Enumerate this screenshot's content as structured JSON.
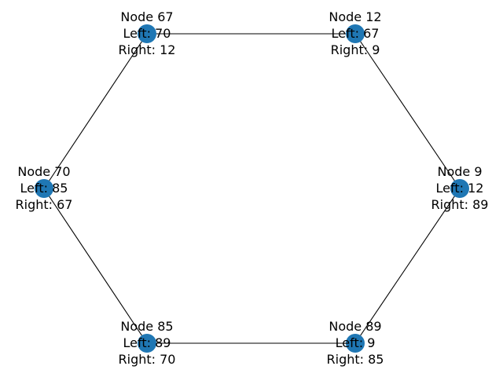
{
  "colors": {
    "node_fill": "#1f77b4",
    "edge": "#000000",
    "label": "#000000"
  },
  "nodes": [
    {
      "id": "67",
      "lines": [
        "Node 67",
        "Left: 70",
        "Right: 12"
      ]
    },
    {
      "id": "12",
      "lines": [
        "Node 12",
        "Left: 67",
        "Right: 9"
      ]
    },
    {
      "id": "9",
      "lines": [
        "Node 9",
        "Left: 12",
        "Right: 89"
      ]
    },
    {
      "id": "89",
      "lines": [
        "Node 89",
        "Left: 9",
        "Right: 85"
      ]
    },
    {
      "id": "85",
      "lines": [
        "Node 85",
        "Left: 89",
        "Right: 70"
      ]
    },
    {
      "id": "70",
      "lines": [
        "Node 70",
        "Left: 85",
        "Right: 67"
      ]
    }
  ],
  "edges": [
    [
      "67",
      "12"
    ],
    [
      "12",
      "9"
    ],
    [
      "9",
      "89"
    ],
    [
      "89",
      "85"
    ],
    [
      "85",
      "70"
    ],
    [
      "70",
      "67"
    ]
  ]
}
